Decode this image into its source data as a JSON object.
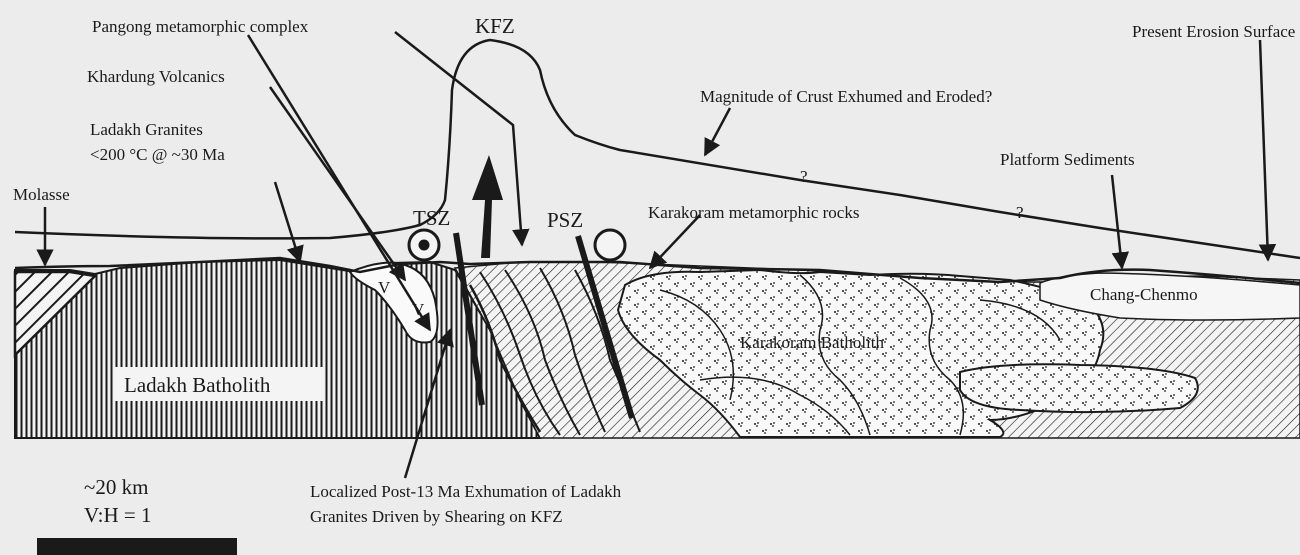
{
  "labels": {
    "pangong": "Pangong metamorphic complex",
    "kfz": "KFZ",
    "present_erosion": "Present Erosion Surface",
    "khardung": "Khardung Volcanics",
    "magnitude": "Magnitude of Crust Exhumed and Eroded?",
    "ladakh_granites": "Ladakh Granites",
    "temp_age": "<200 °C @  ~30 Ma",
    "platform": "Platform Sediments",
    "molasse": "Molasse",
    "tsz": "TSZ",
    "psz": "PSZ",
    "karakoram_meta": "Karakoram metamorphic rocks",
    "chang_chenmo": "Chang-Chenmo",
    "v1": "V",
    "v2": "V",
    "karakoram_batholith": "Karakoram Batholith",
    "ladakh_batholith": "Ladakh Batholith",
    "question_1": "?",
    "question_2": "?",
    "scale_km": "~20 km",
    "scale_ratio": "V:H = 1",
    "localized_1": "Localized Post-13 Ma Exhumation of Ladakh",
    "localized_2": "Granites Driven by Shearing on KFZ"
  },
  "colors": {
    "background": "#ececec",
    "ink": "#1a1a1a"
  },
  "symbols": {
    "out_of_page": "dot-in-circle-icon",
    "into_page": "open-circle-icon"
  }
}
